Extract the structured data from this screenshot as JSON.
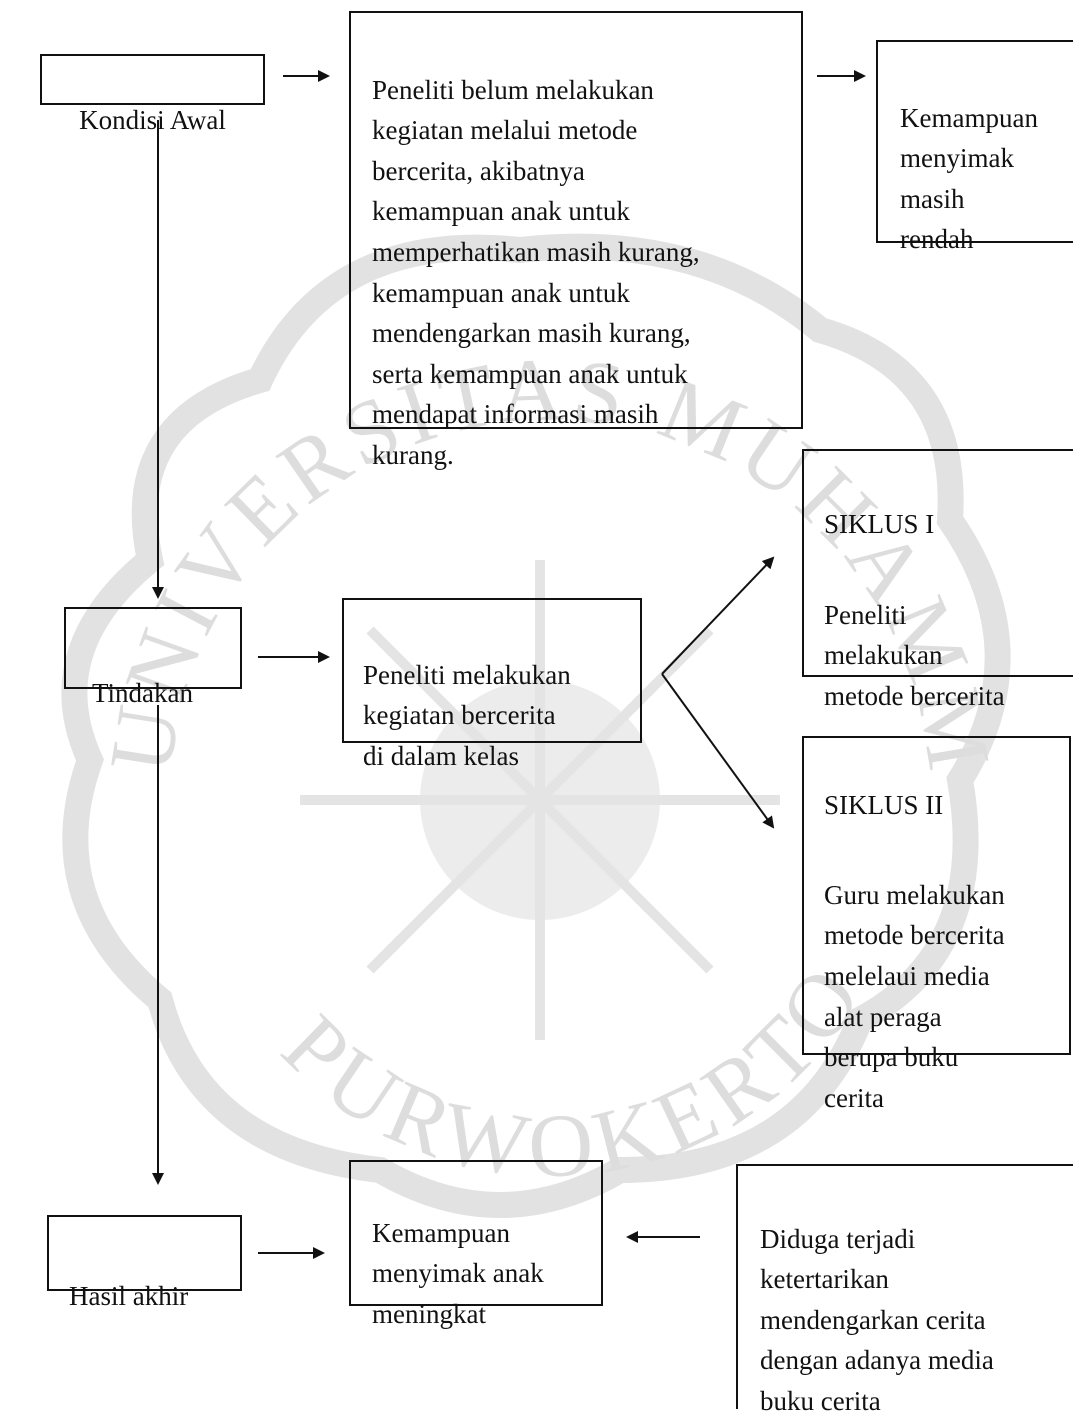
{
  "diagram": {
    "kondisi_awal": "Kondisi Awal",
    "kondisi_awal_desc": "Peneliti belum melakukan\nkegiatan melalui metode\nbercerita, akibatnya\nkemampuan anak untuk\nmemperhatikan masih kurang,\nkemampuan anak untuk\nmendengarkan masih kurang,\nserta kemampuan anak untuk\nmendapat informasi masih\nkurang.",
    "kondisi_awal_result": "Kemampuan\nmenyimak\nmasih\nrendah",
    "tindakan": "Tindakan",
    "tindakan_desc": "Peneliti melakukan\nkegiatan bercerita\ndi dalam kelas",
    "siklus1_title": "SIKLUS I",
    "siklus1_desc": "Peneliti\nmelakukan\nmetode bercerita",
    "siklus2_title": "SIKLUS II",
    "siklus2_desc": "Guru melakukan\nmetode bercerita\nmelelaui media\nalat peraga\nberupa buku\ncerita",
    "hasil_akhir": "Hasil akhir",
    "hasil_akhir_desc": "Kemampuan\nmenyimak anak\nmeningkat",
    "dugaan": "Diduga terjadi\nketertarikan\nmendengarkan cerita\ndengan adanya media\nbuku cerita"
  },
  "watermark": {
    "text_top": "UNIVERSITAS MUHAMMADIYAH",
    "text_bottom": "PURWOKERTO",
    "color": "#cfcfcf"
  },
  "colors": {
    "line": "#111111"
  }
}
